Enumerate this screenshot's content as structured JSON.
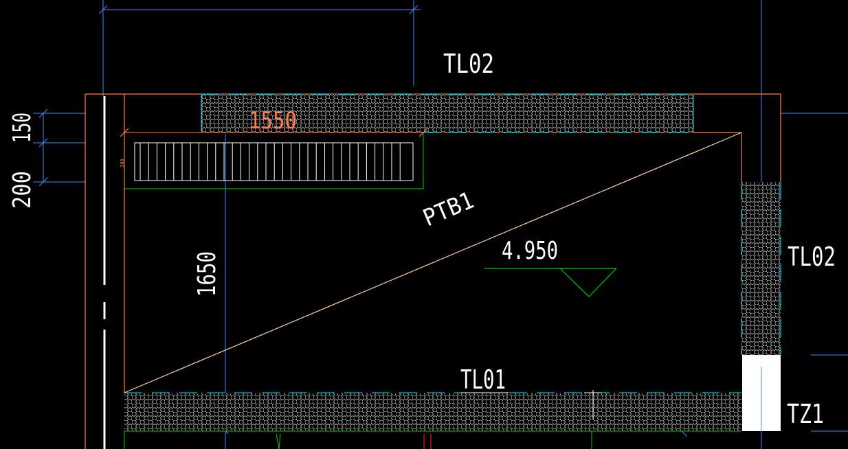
{
  "colors": {
    "background": "#000000",
    "wall": "#ff7f50",
    "dimension": "#3f8fff",
    "cyan": "#00e5ff",
    "green": "#00c800",
    "white": "#ffffff",
    "stair_line": "#ffd7a0",
    "hatch_dot": "#cfcfcf",
    "red": "#ff2a2a"
  },
  "labels": {
    "beam_top": "TL02",
    "beam_right": "TL02",
    "beam_bottom": "TL01",
    "column": "TZ1",
    "slab": "PTB1",
    "elevation": "4.950"
  },
  "dimensions": {
    "left_150": "150",
    "left_200": "200",
    "vertical_1650": "1650",
    "horizontal_1550": "1550",
    "small_300": "300"
  },
  "icons": {
    "elevation_marker": "triangle-level-icon",
    "hatch": "hexagon-hatch-pattern"
  }
}
